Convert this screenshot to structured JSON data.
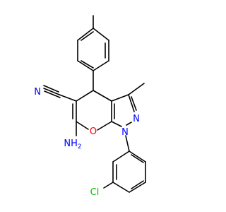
{
  "molecule": {
    "colors": {
      "bond": "#000000",
      "carbon": "#000000",
      "nitrogen": "#0000ff",
      "oxygen": "#ff0000",
      "chlorine": "#00c000"
    },
    "atom_labels": {
      "nitrile_n": "N",
      "amino": "NH",
      "amino_sub": "2",
      "ring_o": "O",
      "n1": "N",
      "n2": "N",
      "cl": "Cl"
    }
  }
}
